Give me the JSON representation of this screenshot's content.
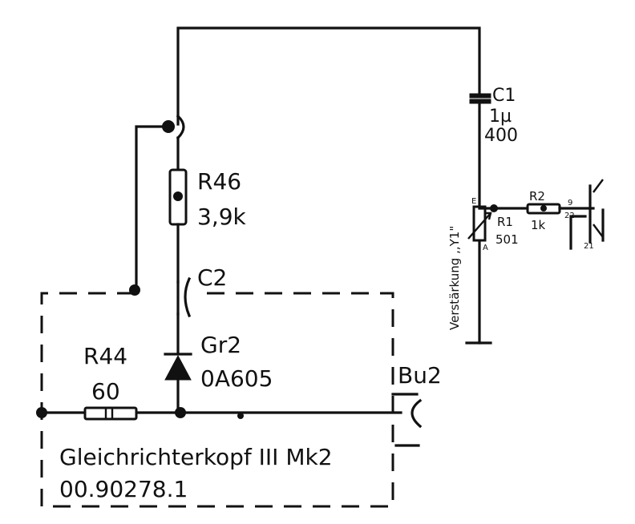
{
  "labels": {
    "c1": "C1",
    "c1_value": "1µ",
    "c1_voltage": "400",
    "r1": "R1",
    "r1_value": "501",
    "r1_pin_e": "E",
    "r1_pin_a": "A",
    "r2": "R2",
    "r2_value": "1k",
    "pin_9": "9",
    "pin_22": "22",
    "pin_21": "21",
    "verstaerkung": "Verstärkung ,,Y1\"",
    "r46": "R46",
    "r46_value": "3,9k",
    "c2": "C2",
    "gr2": "Gr2",
    "gr2_type": "0A605",
    "r44": "R44",
    "r44_value": "60",
    "bu2": "Bu2",
    "box_title": "Gleichrichterkopf III Mk2",
    "box_number": "00.90278.1"
  }
}
